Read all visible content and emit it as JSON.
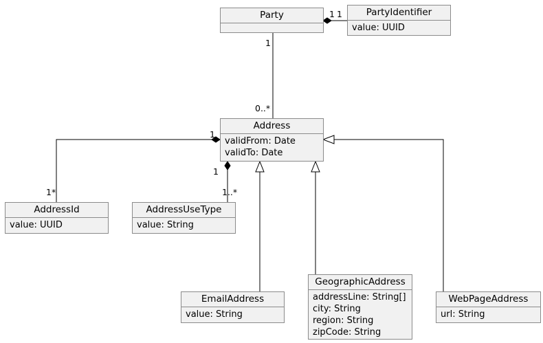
{
  "classes": {
    "party": {
      "name": "Party",
      "attributes": []
    },
    "party_identifier": {
      "name": "PartyIdentifier",
      "attributes": [
        "value: UUID"
      ]
    },
    "address": {
      "name": "Address",
      "attributes": [
        "validFrom: Date",
        "validTo: Date"
      ]
    },
    "address_id": {
      "name": "AddressId",
      "attributes": [
        "value: UUID"
      ]
    },
    "address_use_type": {
      "name": "AddressUseType",
      "attributes": [
        "value: String"
      ]
    },
    "email_address": {
      "name": "EmailAddress",
      "attributes": [
        "value: String"
      ]
    },
    "geographic_address": {
      "name": "GeographicAddress",
      "attributes": [
        "addressLine: String[]",
        "city: String",
        "region: String",
        "zipCode: String"
      ]
    },
    "web_page_address": {
      "name": "WebPageAddress",
      "attributes": [
        "url: String"
      ]
    }
  },
  "multiplicities": {
    "party_to_identifier_a": "1",
    "party_to_identifier_b": "1",
    "party_to_address_party": "1",
    "party_to_address_address": "0..*",
    "address_to_id_address": "1",
    "address_to_id_id": "1*",
    "address_to_usetype_address": "1",
    "address_to_usetype_usetype": "1..*"
  },
  "colors": {
    "box_fill": "#f1f1f1",
    "box_border": "#8a8a8a",
    "line": "#000000"
  }
}
